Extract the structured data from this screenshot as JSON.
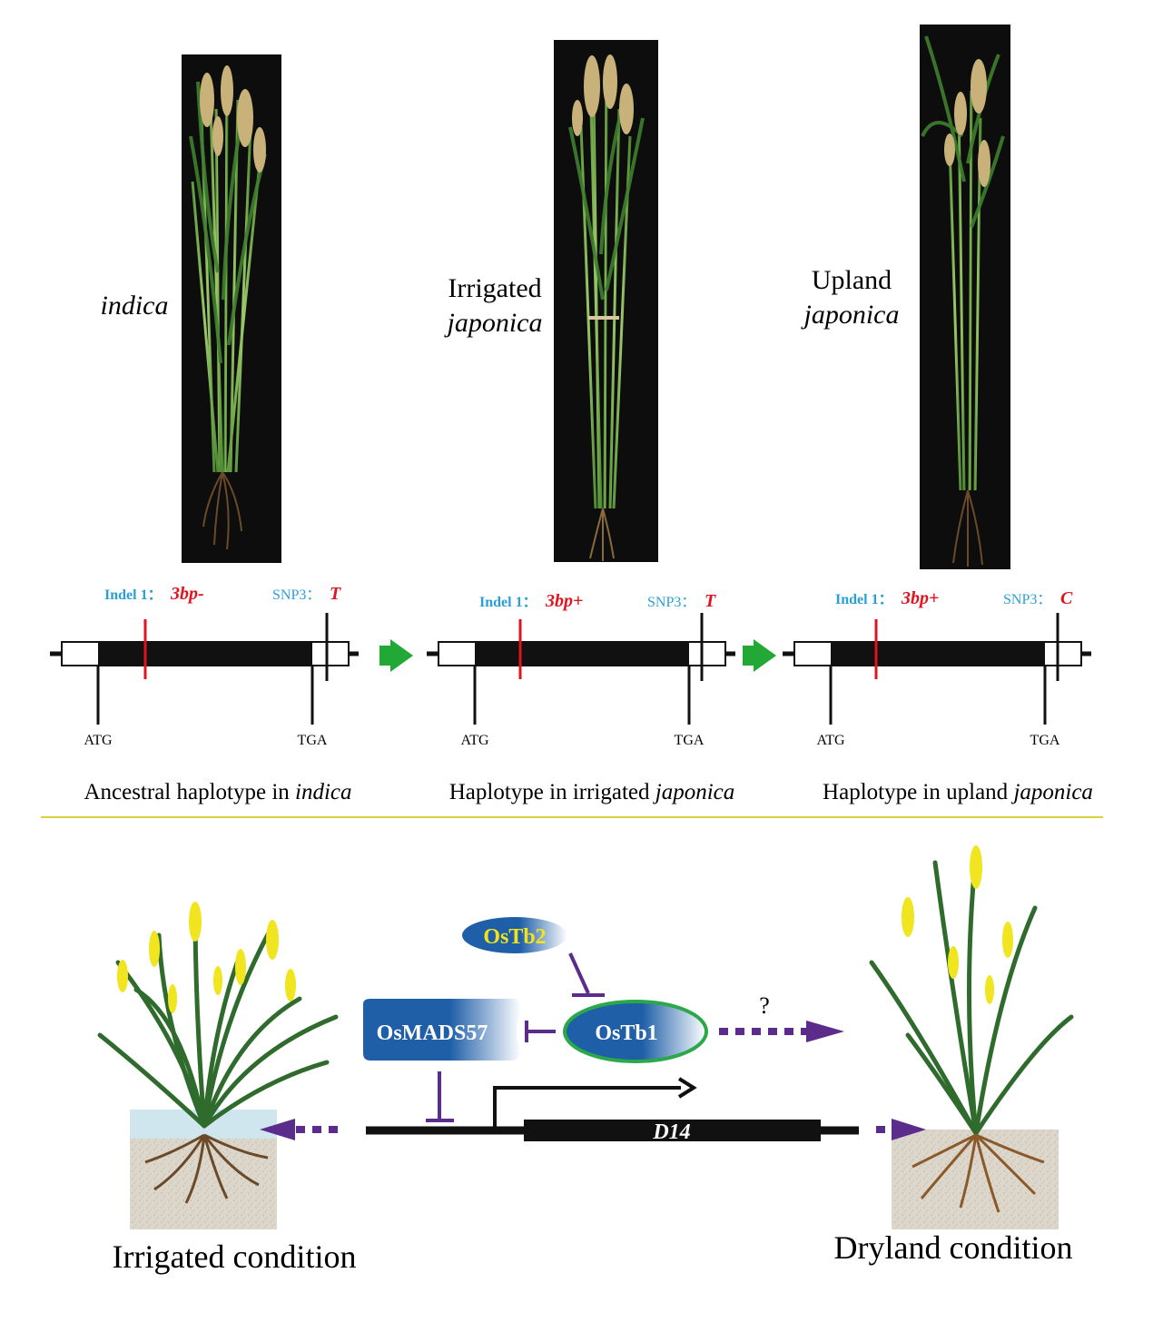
{
  "plants": [
    {
      "label_lines": [
        "indica"
      ],
      "italic": [
        true
      ]
    },
    {
      "label_lines": [
        "Irrigated",
        "japonica"
      ],
      "italic": [
        false,
        true
      ]
    },
    {
      "label_lines": [
        "Upland",
        "japonica"
      ],
      "italic": [
        false,
        true
      ]
    }
  ],
  "haplotypes": [
    {
      "indel_label": "Indel 1：",
      "indel_value": "3bp-",
      "snp_label": "SNP3：",
      "snp_value": "T",
      "atg": "ATG",
      "tga": "TGA",
      "caption_prefix": "Ancestral haplotype in ",
      "caption_italic": "indica"
    },
    {
      "indel_label": "Indel 1：",
      "indel_value": "3bp+",
      "snp_label": "SNP3：",
      "snp_value": "T",
      "atg": "ATG",
      "tga": "TGA",
      "caption_prefix": "Haplotype in irrigated ",
      "caption_italic": "japonica"
    },
    {
      "indel_label": "Indel 1：",
      "indel_value": "3bp+",
      "snp_label": "SNP3：",
      "snp_value": "C",
      "atg": "ATG",
      "tga": "TGA",
      "caption_prefix": "Haplotype in upland ",
      "caption_italic": "japonica"
    }
  ],
  "pathway": {
    "ostb2": "OsTb2",
    "ostb1": "OsTb1",
    "osmads57": "OsMADS57",
    "gene": "D14",
    "unknown_mark": "?"
  },
  "conditions": {
    "irrigated": "Irrigated condition",
    "dryland": "Dryland condition"
  },
  "colors": {
    "label_blue": "#2a9fd6",
    "value_red": "#e0141e",
    "arrow_green": "#22a935",
    "divider_yellow": "#d8d23a",
    "inhibit_purple": "#5b2c8c",
    "node_blue": "#1f5fa8",
    "ostb2_text": "#f2e21b",
    "ostb1_border": "#2aa84a",
    "panicle_yellow": "#f0e51f",
    "leaf_green": "#2f6b2c"
  }
}
